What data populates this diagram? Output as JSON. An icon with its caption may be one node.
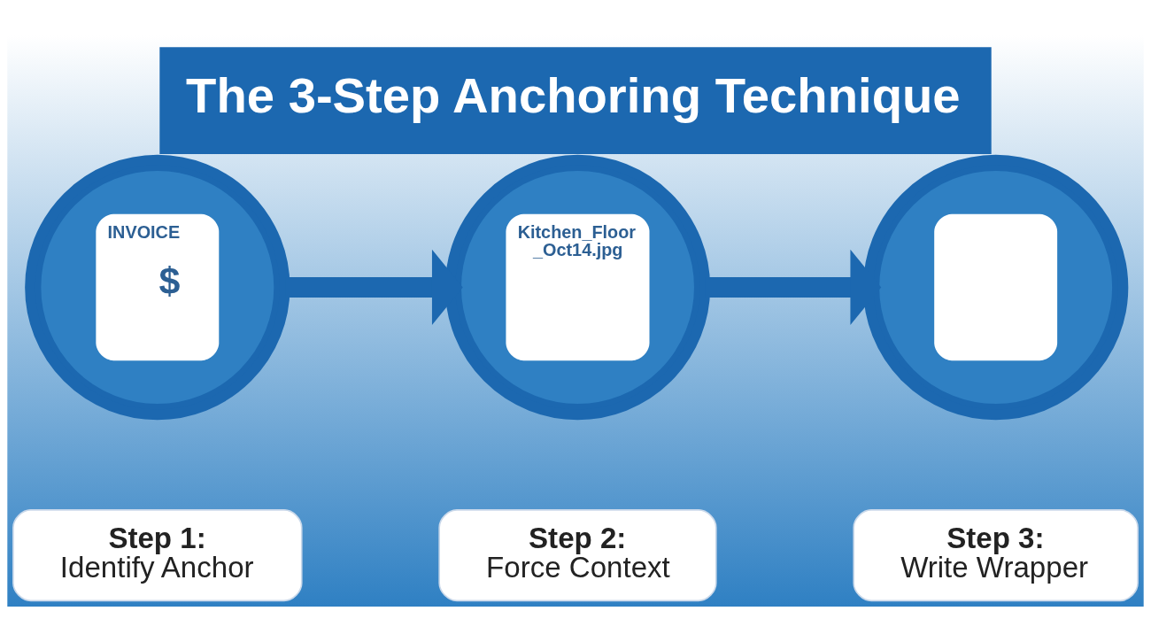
{
  "diagram": {
    "title": "The 3-Step Anchoring Technique",
    "nodes": [
      {
        "text": [
          "INVOICE",
          "$"
        ]
      },
      {
        "text": [
          "Kitchen_Floor _Oct14.jpg"
        ]
      },
      {
        "text": [],
        "shape": "circle"
      },
      {
        "text": [
          "Step 1:",
          "Identify Anchor"
        ]
      },
      {
        "text": [
          "Step 2:",
          "Force Context"
        ]
      },
      {
        "text": [
          "Step 3:",
          "Write Wrapper"
        ]
      }
    ],
    "edges": [
      {
        "from": 0,
        "to": 1,
        "arrow": "to"
      },
      {
        "from": 1,
        "to": 2,
        "arrow": "to"
      }
    ]
  }
}
